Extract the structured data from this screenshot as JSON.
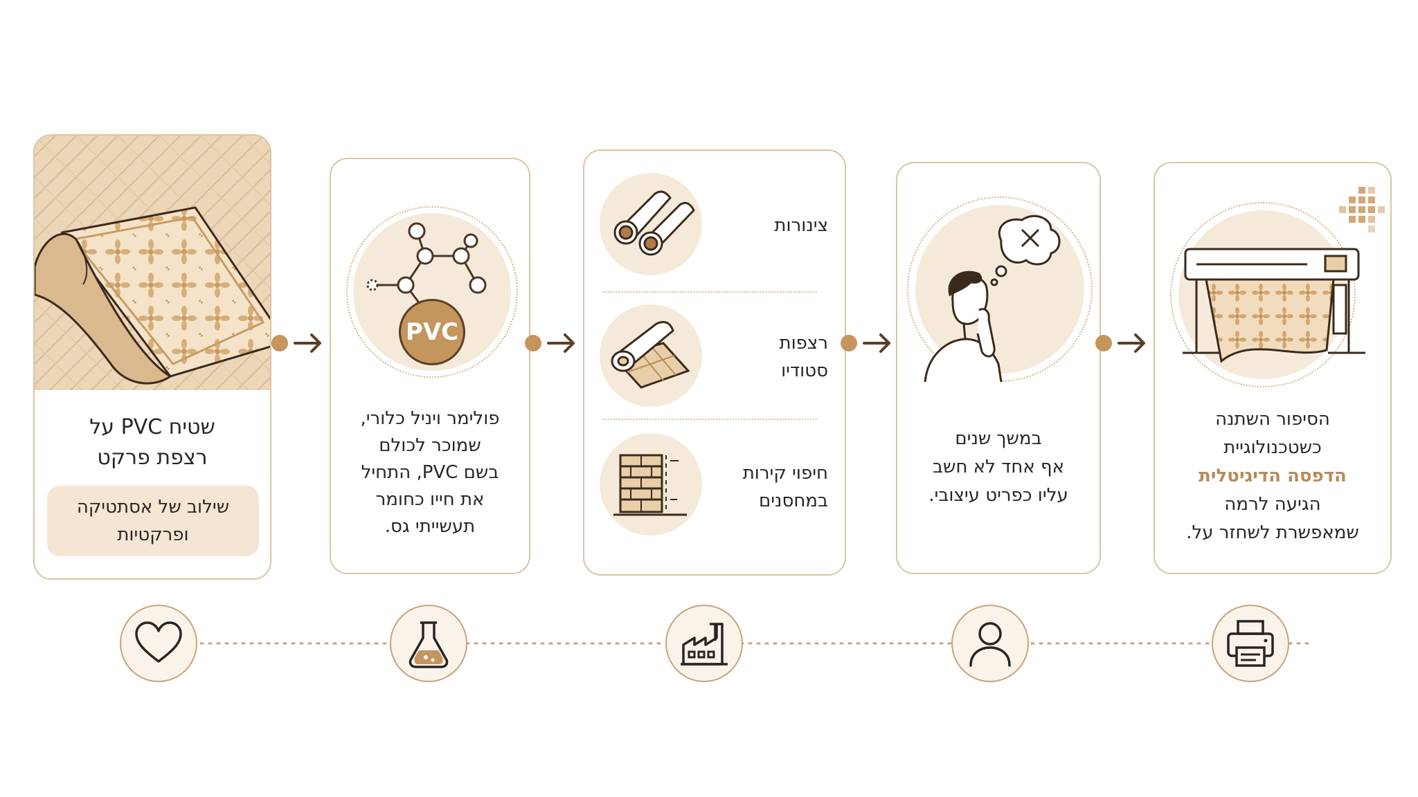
{
  "steps": [
    {
      "id": "pvc-rug",
      "title_lines": [
        "שטיח PVC על",
        "רצפת פרקט"
      ],
      "badge_lines": [
        "שילוב של אסתטיקה",
        "ופרקטיות"
      ],
      "bottom_icon": "heart-icon"
    },
    {
      "id": "polymer",
      "circle_label": "PVC",
      "text_lines": [
        "פולימר ויניל כלורי,",
        "שמוכר לכולם",
        "בשם PVC, התחיל",
        "את חייו כחומר",
        "תעשייתי גס."
      ],
      "bottom_icon": "flask-icon"
    },
    {
      "id": "industrial",
      "items": [
        {
          "label_lines": [
            "צינורות"
          ],
          "icon": "pipes-icon"
        },
        {
          "label_lines": [
            "רצפות",
            "סטודיו"
          ],
          "icon": "floor-roll-icon"
        },
        {
          "label_lines": [
            "חיפוי קירות",
            "במחסנים"
          ],
          "icon": "brick-wall-icon"
        }
      ],
      "bottom_icon": "factory-icon"
    },
    {
      "id": "no-design",
      "text_lines": [
        "במשך שנים",
        "אף אחד לא חשב",
        "עליו כפריט עיצובי."
      ],
      "bottom_icon": "person-icon"
    },
    {
      "id": "digital-print",
      "text_lines": [
        "הסיפור השתנה",
        "כשטכנולוגיית"
      ],
      "highlight": "הדפסה הדיגיטלית",
      "text_lines_after": [
        "הגיעה לרמה",
        "שמאפשרת לשחזר על."
      ],
      "bottom_icon": "printer-icon"
    }
  ],
  "colors": {
    "accent": "#c4955d",
    "accent_dark": "#5b3e24",
    "card_border": "#dcc3a3",
    "circle_fill": "#f5e9da",
    "highlight_text": "#b68b58"
  }
}
